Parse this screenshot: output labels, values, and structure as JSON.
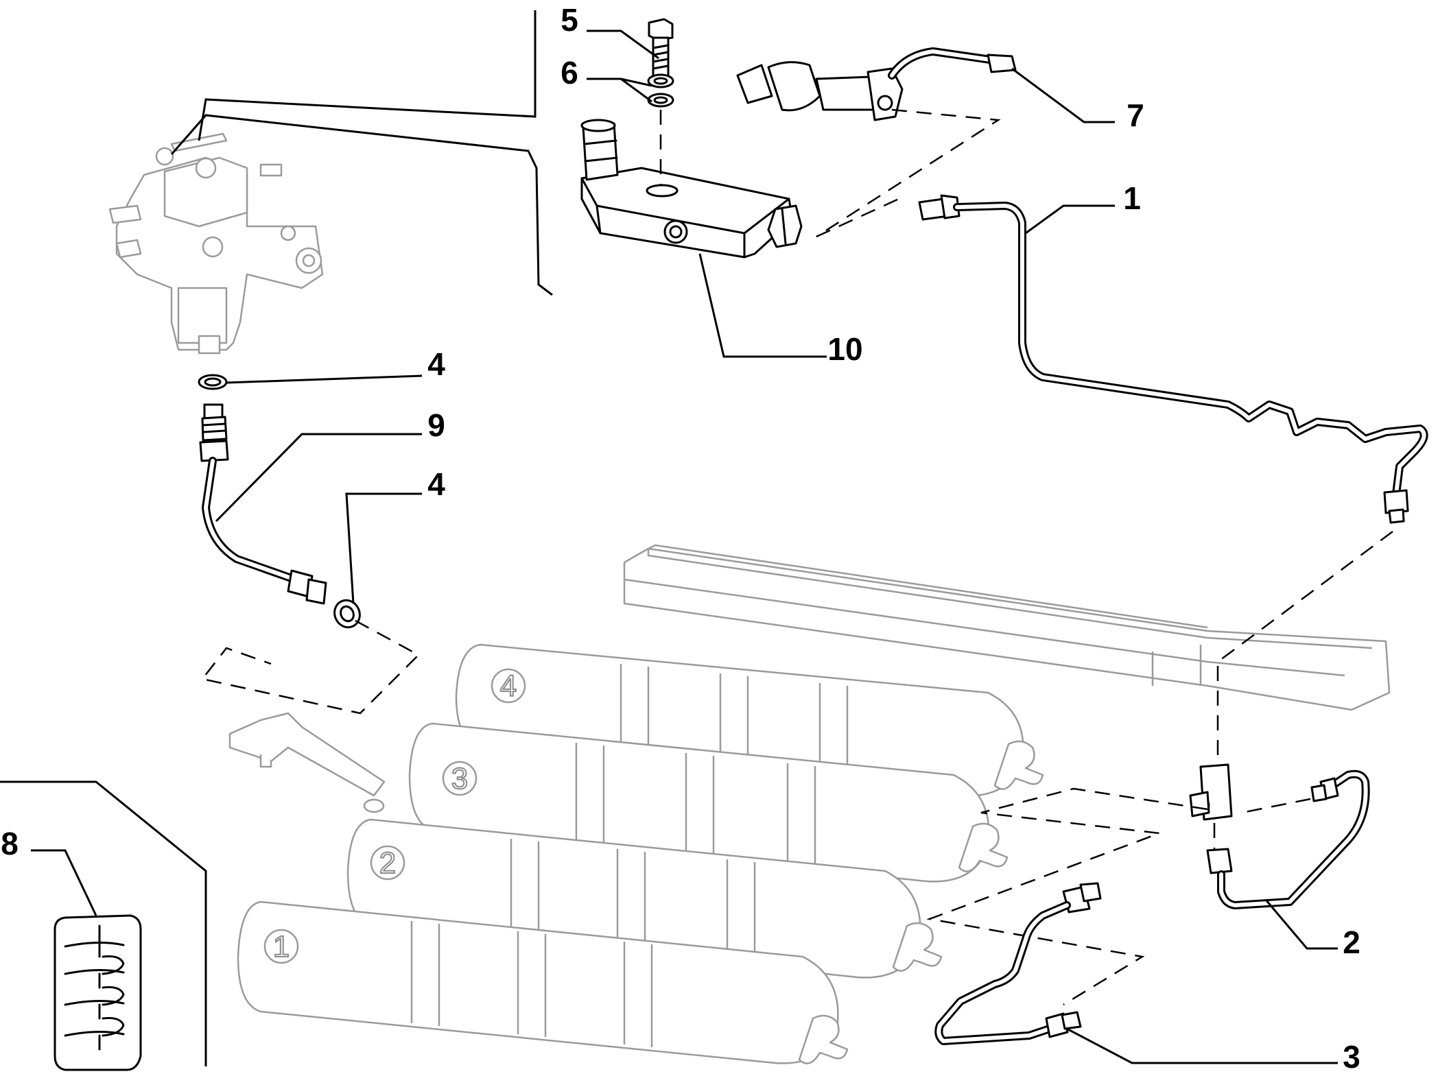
{
  "diagram": {
    "callouts": [
      {
        "id": "1",
        "label": "1"
      },
      {
        "id": "2",
        "label": "2"
      },
      {
        "id": "3",
        "label": "3"
      },
      {
        "id": "4a",
        "label": "4"
      },
      {
        "id": "4b",
        "label": "4"
      },
      {
        "id": "5",
        "label": "5"
      },
      {
        "id": "6",
        "label": "6"
      },
      {
        "id": "7",
        "label": "7"
      },
      {
        "id": "8",
        "label": "8"
      },
      {
        "id": "9",
        "label": "9"
      },
      {
        "id": "10",
        "label": "10"
      }
    ],
    "cylinders": [
      {
        "label": "1"
      },
      {
        "label": "2"
      },
      {
        "label": "3"
      },
      {
        "label": "4"
      }
    ]
  }
}
